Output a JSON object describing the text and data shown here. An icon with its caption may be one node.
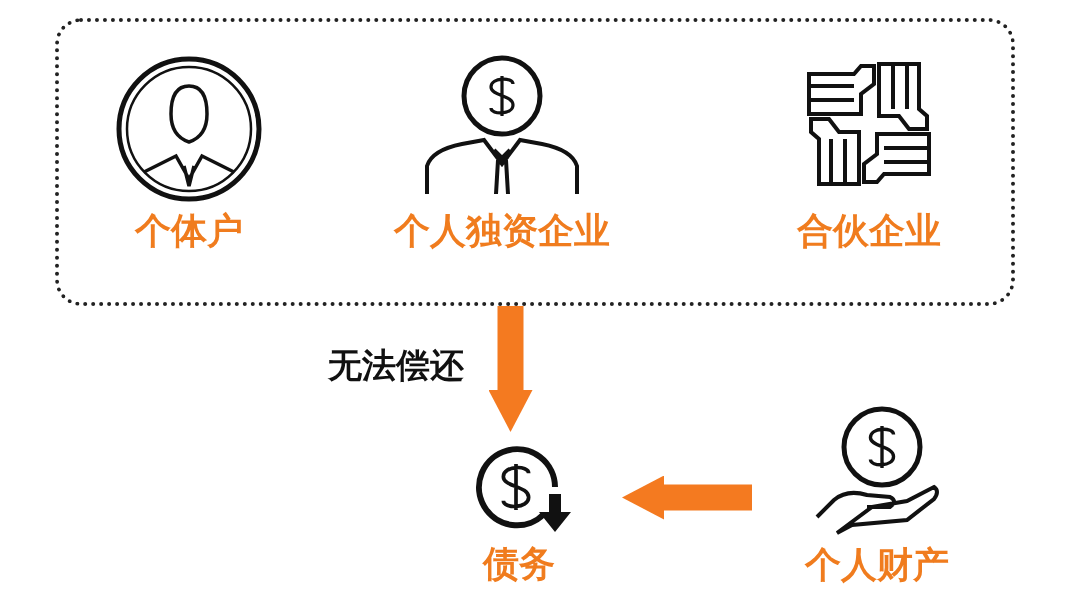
{
  "diagram": {
    "nodes": [
      {
        "text": [],
        "shape": "box"
      },
      {
        "text": [
          "个体户"
        ],
        "in": 0
      },
      {
        "text": [
          "个人独资企业"
        ],
        "in": 0
      },
      {
        "text": [
          "合伙企业"
        ],
        "in": 0
      },
      {
        "text": [
          "债务"
        ]
      },
      {
        "text": [
          "个人财产"
        ]
      }
    ],
    "edges": [
      {
        "from": 0,
        "to": 4,
        "arrow": "to",
        "label": "无法偿还"
      },
      {
        "from": 5,
        "to": 4,
        "arrow": "to"
      }
    ]
  }
}
